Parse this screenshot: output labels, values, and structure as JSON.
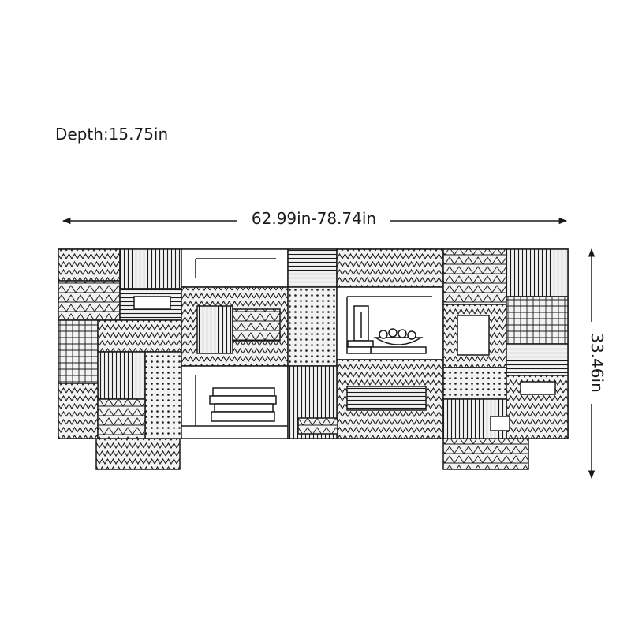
{
  "dimensions": {
    "depth": "Depth:15.75in",
    "width": "62.99in-78.74in",
    "height": "33.46in"
  },
  "colors": {
    "ink": "#1a1a1a",
    "background": "#ffffff",
    "pattern_fill": "#f2f2f2"
  },
  "icons": {
    "arrow_head": "arrow-head-icon",
    "vase": "vase-icon",
    "book_stack": "book-stack-icon",
    "fruit_bowl": "fruit-bowl-icon"
  }
}
